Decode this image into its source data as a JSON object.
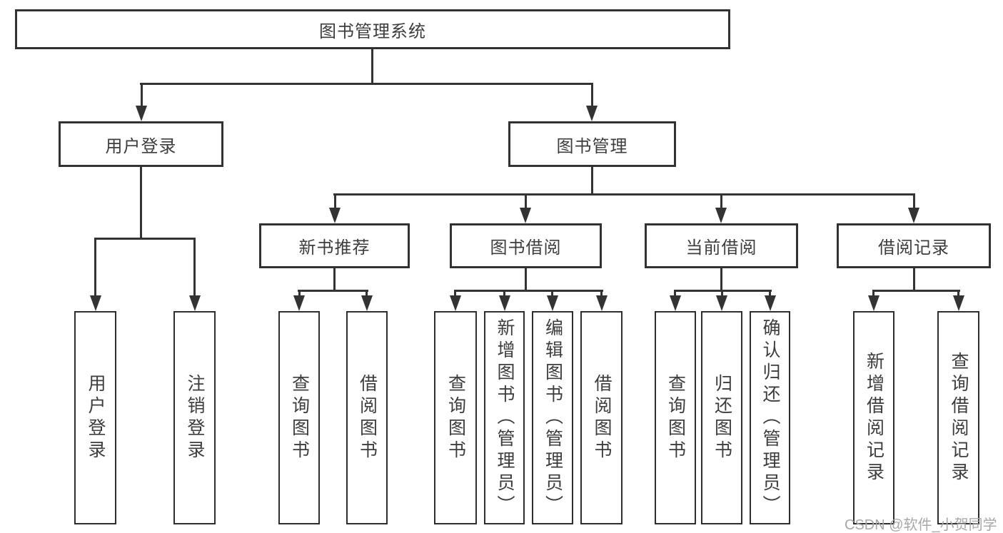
{
  "root": {
    "label": "图书管理系统"
  },
  "branches": [
    {
      "label": "用户登录",
      "children": [
        {
          "label": "用户登录"
        },
        {
          "label": "注销登录"
        }
      ]
    },
    {
      "label": "图书管理",
      "children": [
        {
          "label": "新书推荐",
          "children": [
            {
              "label": "查询图书"
            },
            {
              "label": "借阅图书"
            }
          ]
        },
        {
          "label": "图书借阅",
          "children": [
            {
              "label": "查询图书"
            },
            {
              "label": "新增图书（管理员）"
            },
            {
              "label": "编辑图书（管理员）"
            },
            {
              "label": "借阅图书"
            }
          ]
        },
        {
          "label": "当前借阅",
          "children": [
            {
              "label": "查询图书"
            },
            {
              "label": "归还图书"
            },
            {
              "label": "确认归还（管理员）"
            }
          ]
        },
        {
          "label": "借阅记录",
          "children": [
            {
              "label": "新增借阅记录"
            },
            {
              "label": "查询借阅记录"
            }
          ]
        }
      ]
    }
  ],
  "watermark": {
    "text": "CSDN @软件_小贺同学"
  },
  "colors": {
    "line": "#333333",
    "node_border": "#2e2e2e",
    "text": "#3d3d3d",
    "watermark": "#a8a8a8",
    "background": "#ffffff"
  }
}
